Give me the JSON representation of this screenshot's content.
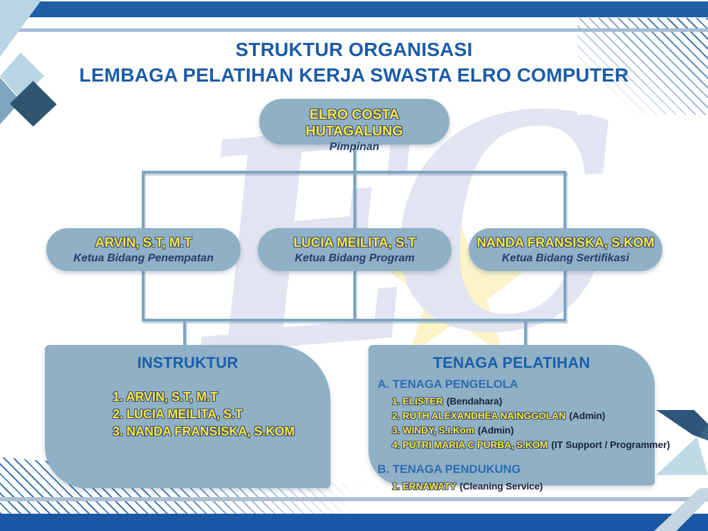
{
  "header": {
    "title_line1": "STRUKTUR ORGANISASI",
    "title_line2": "LEMBAGA PELATIHAN KERJA SWASTA ELRO COMPUTER"
  },
  "org": {
    "top": {
      "name": "ELRO COSTA HUTAGALUNG",
      "role": "Pimpinan"
    },
    "managers": [
      {
        "name": "ARVIN, S.T, M.T",
        "role": "Ketua Bidang Penempatan"
      },
      {
        "name": "LUCIA MEILITA, S.T",
        "role": "Ketua Bidang Program"
      },
      {
        "name": "NANDA FRANSISKA, S.KOM",
        "role": "Ketua Bidang Sertifikasi"
      }
    ]
  },
  "instruktur": {
    "title": "INSTRUKTUR",
    "items": [
      "1. ARVIN, S.T, M.T",
      "2. LUCIA MEILITA, S.T",
      "3. NANDA FRANSISKA, S.KOM"
    ]
  },
  "tenaga": {
    "title": "TENAGA PELATIHAN",
    "section_a": {
      "heading": "A. TENAGA PENGELOLA",
      "items": [
        {
          "name": "1. ELISTER",
          "role": "(Bendahara)"
        },
        {
          "name": "2. RUTH ALEXANDHEA NAINGGOLAN",
          "role": "(Admin)"
        },
        {
          "name": "3. WINDY, S.I.Kom",
          "role": "(Admin)"
        },
        {
          "name": "4. PUTRI MARIA C PURBA, S.KOM",
          "role": "(IT Support / Programmer)"
        }
      ]
    },
    "section_b": {
      "heading": "B. TENAGA PENDUKUNG",
      "items": [
        {
          "name": "1. ERNAWATY",
          "role": "(Cleaning Service)"
        }
      ]
    }
  },
  "watermark": {
    "text": "EC"
  },
  "colors": {
    "accent_blue": "#1e5fa6",
    "title_blue": "#1b5ca8",
    "box_fill": "#8fb0c5",
    "connector": "#7ea4bf",
    "highlight_yellow": "#f4e843",
    "navy_text": "#22406b",
    "subhead_blue": "#2d6cb2",
    "watermark_lavender": "#e3e4f1",
    "watermark_star_yellow": "#fcf4c9"
  }
}
